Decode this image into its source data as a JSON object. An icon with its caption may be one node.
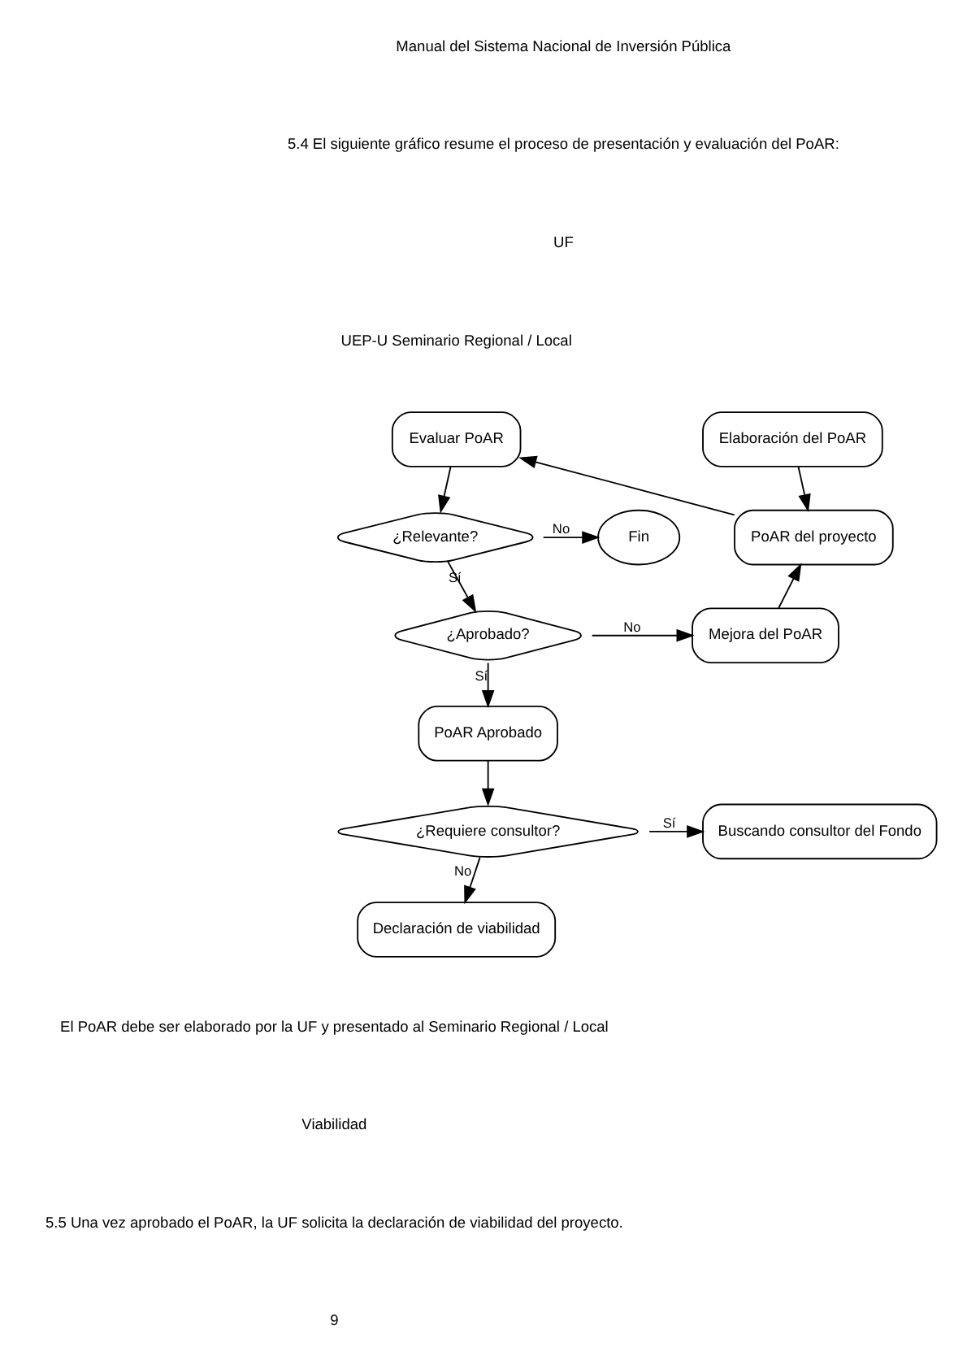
{
  "diagram": {
    "nodes": [
      {
        "text": [
          "Elaboración del PoAR"
        ]
      },
      {
        "text": [
          "PoAR del proyecto"
        ]
      },
      {
        "text": [
          "Mejora del PoAR"
        ]
      },
      {
        "text": [
          "Evaluar PoAR"
        ]
      },
      {
        "text": [
          "¿Relevante?"
        ]
      },
      {
        "text": [
          "Fin"
        ]
      },
      {
        "text": [
          "¿Aprobado?"
        ]
      },
      {
        "text": [
          "PoAR Aprobado"
        ]
      },
      {
        "text": [
          "¿Requiere consultor?"
        ]
      },
      {
        "text": [
          "Buscando consultor del Fondo"
        ]
      },
      {
        "text": [
          "Declaración de viabilidad"
        ]
      }
    ],
    "edges": [
      {
        "from": 0,
        "to": 1,
        "arrow": "to"
      },
      {
        "from": 1,
        "to": 3,
        "arrow": "to"
      },
      {
        "from": 3,
        "to": 4,
        "arrow": "to"
      },
      {
        "from": 4,
        "to": 5,
        "label": "No",
        "arrow": "to"
      },
      {
        "from": 4,
        "to": 6,
        "label": "Sí",
        "arrow": "to"
      },
      {
        "from": 6,
        "to": 2,
        "label": "No",
        "arrow": "to"
      },
      {
        "from": 2,
        "to": 1,
        "arrow": "to"
      },
      {
        "from": 6,
        "to": 7,
        "label": "Sí",
        "arrow": "to"
      },
      {
        "from": 7,
        "to": 8,
        "arrow": "to"
      },
      {
        "from": 8,
        "to": 9,
        "label": "Sí",
        "arrow": "to"
      },
      {
        "from": 8,
        "to": 10,
        "label": "No",
        "arrow": "to"
      }
    ],
    "labels": [
      "Manual del Sistema Nacional de Inversión Pública",
      "5.4 El siguiente gráfico resume el proceso de presentación y evaluación del PoAR:",
      "UF",
      "UEP-U Seminario Regional / Local",
      "El PoAR debe ser elaborado por la UF y presentado al Seminario Regional / Local",
      "Viabilidad",
      "5.5 Una vez aprobado el PoAR, la UF solicita la declaración de viabilidad del proyecto.",
      "9"
    ]
  }
}
